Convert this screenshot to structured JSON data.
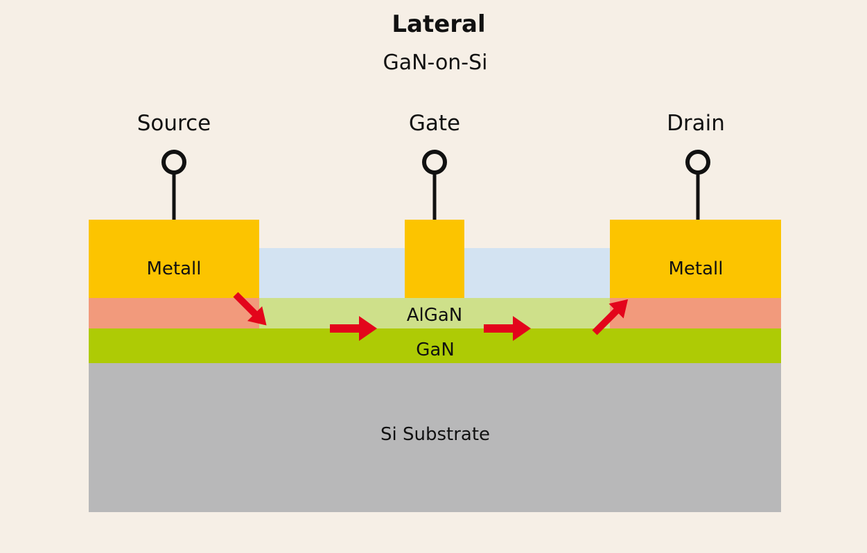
{
  "header": {
    "title": "Lateral",
    "subtitle": "GaN-on-Si"
  },
  "terminals": {
    "source": "Source",
    "gate": "Gate",
    "drain": "Drain"
  },
  "layers": {
    "metal_left": "Metall",
    "metal_right": "Metall",
    "algan": "AlGaN",
    "gan": "GaN",
    "substrate": "Si Substrate"
  },
  "colors": {
    "background": "#f6efe6",
    "metal": "#fcc400",
    "passivation": "#d3e3f2",
    "contact_region": "#f29a7c",
    "algan": "#cee08a",
    "gan": "#aecb05",
    "substrate": "#b8b8b9",
    "current_arrow": "#e3051b",
    "terminal": "#111111"
  },
  "icons": {
    "terminal": "terminal-circle-icon",
    "current_flow": "red-arrow-icon"
  }
}
